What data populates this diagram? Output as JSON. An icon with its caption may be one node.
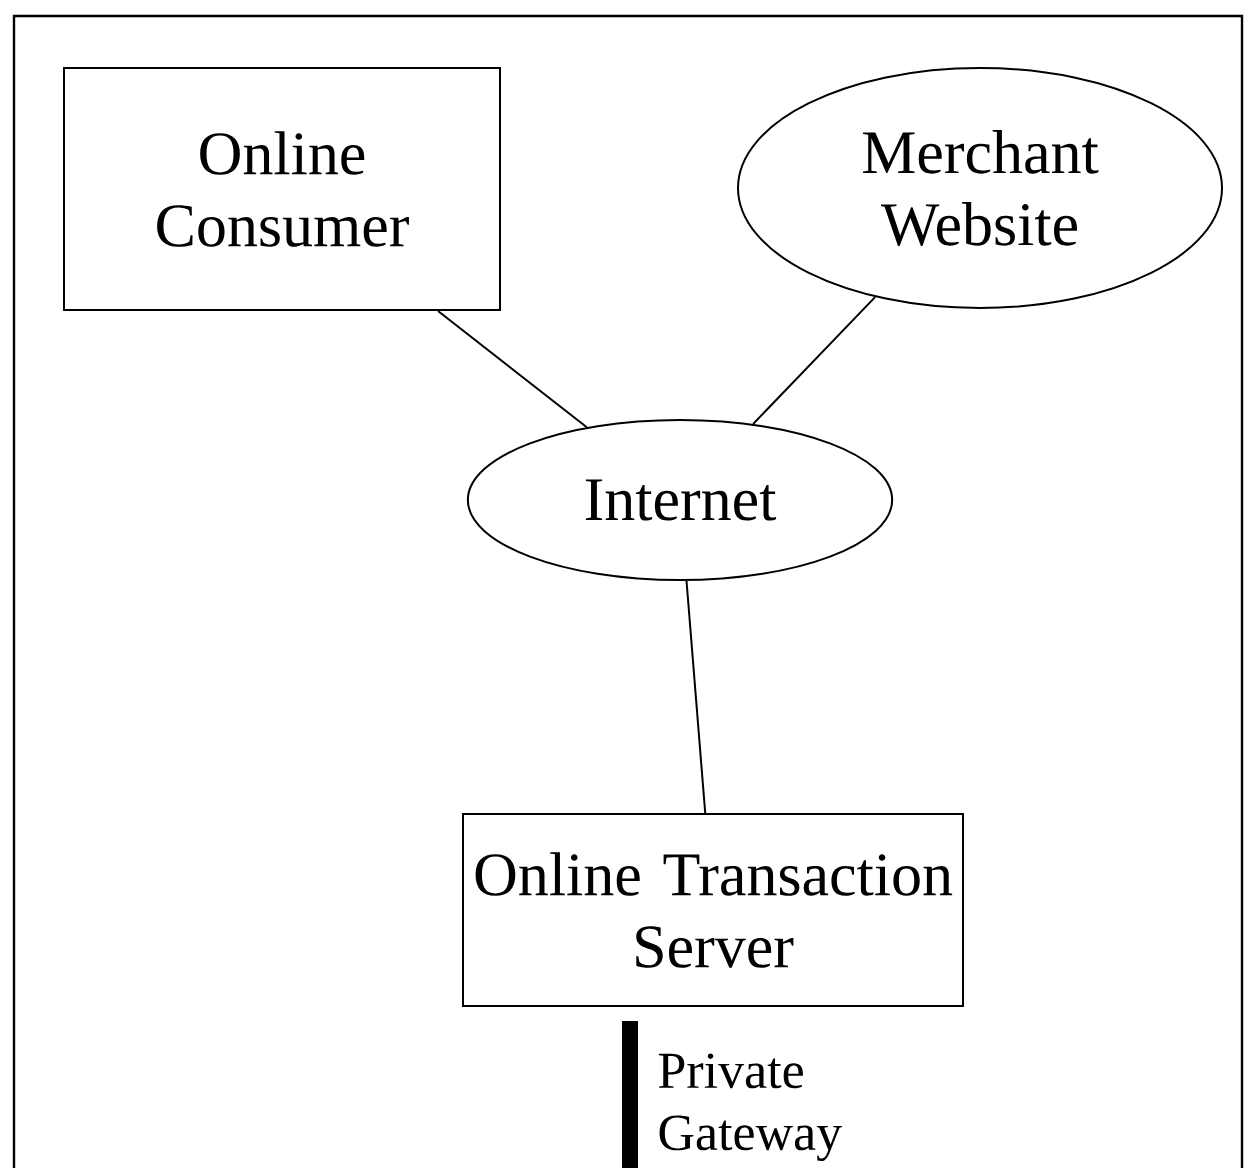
{
  "diagram": {
    "nodes": [
      {
        "text": [
          "Online Consumer"
        ]
      },
      {
        "text": [
          "Merchant Website"
        ]
      },
      {
        "text": [
          "Internet"
        ]
      },
      {
        "text": [
          "Online Transaction Server"
        ]
      }
    ],
    "edges": [
      {
        "from": 0,
        "to": 2,
        "arrow": "none"
      },
      {
        "from": 1,
        "to": 2,
        "arrow": "none"
      },
      {
        "from": 2,
        "to": 3,
        "arrow": "none"
      },
      {
        "from": 3,
        "to": null,
        "arrow": "none",
        "style": "thick",
        "label": "Private Gateway"
      }
    ]
  }
}
